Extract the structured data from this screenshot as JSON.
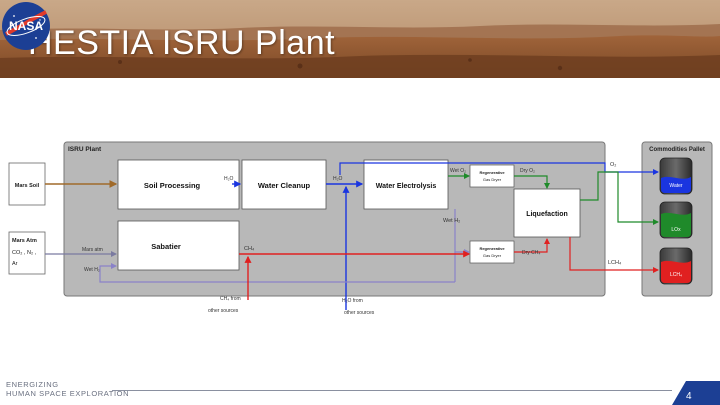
{
  "slide": {
    "title": "HESTIA ISRU Plant",
    "page_number": "4",
    "footer_line1": "ENERGIZING",
    "footer_line2": "HUMAN SPACE EXPLORATION"
  },
  "logo": {
    "text": "NASA",
    "icon": "nasa-meatball-icon"
  },
  "diagram": {
    "plant_title": "ISRU Plant",
    "pallet_title": "Commodities Pallet",
    "inputs": {
      "mars_soil": "Mars Soil",
      "mars_atm_line1": "Mars Atm",
      "mars_atm_line2": "CO₂ , N₂ ,",
      "mars_atm_line3": "Ar"
    },
    "blocks": {
      "soil_processing": "Soil Processing",
      "water_cleanup": "Water Cleanup",
      "water_electrolysis": "Water Electrolysis",
      "sabatier": "Sabatier",
      "liquefaction": "Liquefaction",
      "dryer_top_line1": "Regenerative",
      "dryer_top_line2": "Gas Dryer",
      "dryer_bottom_line1": "Regenerative",
      "dryer_bottom_line2": "Gas Dryer"
    },
    "labels": {
      "h2o_1": "H₂O",
      "h2o_2": "H₂O",
      "wet_o2": "Wet O₂",
      "dry_o2": "Dry O₂",
      "wet_h2_top": "Wet H₂",
      "wet_h2_left": "Wet H₂",
      "mars_atm": "Mars atm",
      "ch4": "CH₄",
      "dry_ch4": "Dry CH₄",
      "o2_out": "O₂",
      "lch4_out": "LCH₄",
      "ch4_from_line1": "CH₄ from",
      "ch4_from_line2": "other sources",
      "h2o_from_line1": "H₂O from",
      "h2o_from_line2": "other sources"
    },
    "tanks": {
      "water": "Water",
      "lox": "LOx",
      "lch4": "LCH₄"
    },
    "colors": {
      "water": "#1a35e0",
      "oxygen": "#1f8a2a",
      "methane": "#e02020",
      "hydrogen": "#8a82c8",
      "soil": "#a06a2a",
      "atm": "#7a7aa0"
    }
  }
}
